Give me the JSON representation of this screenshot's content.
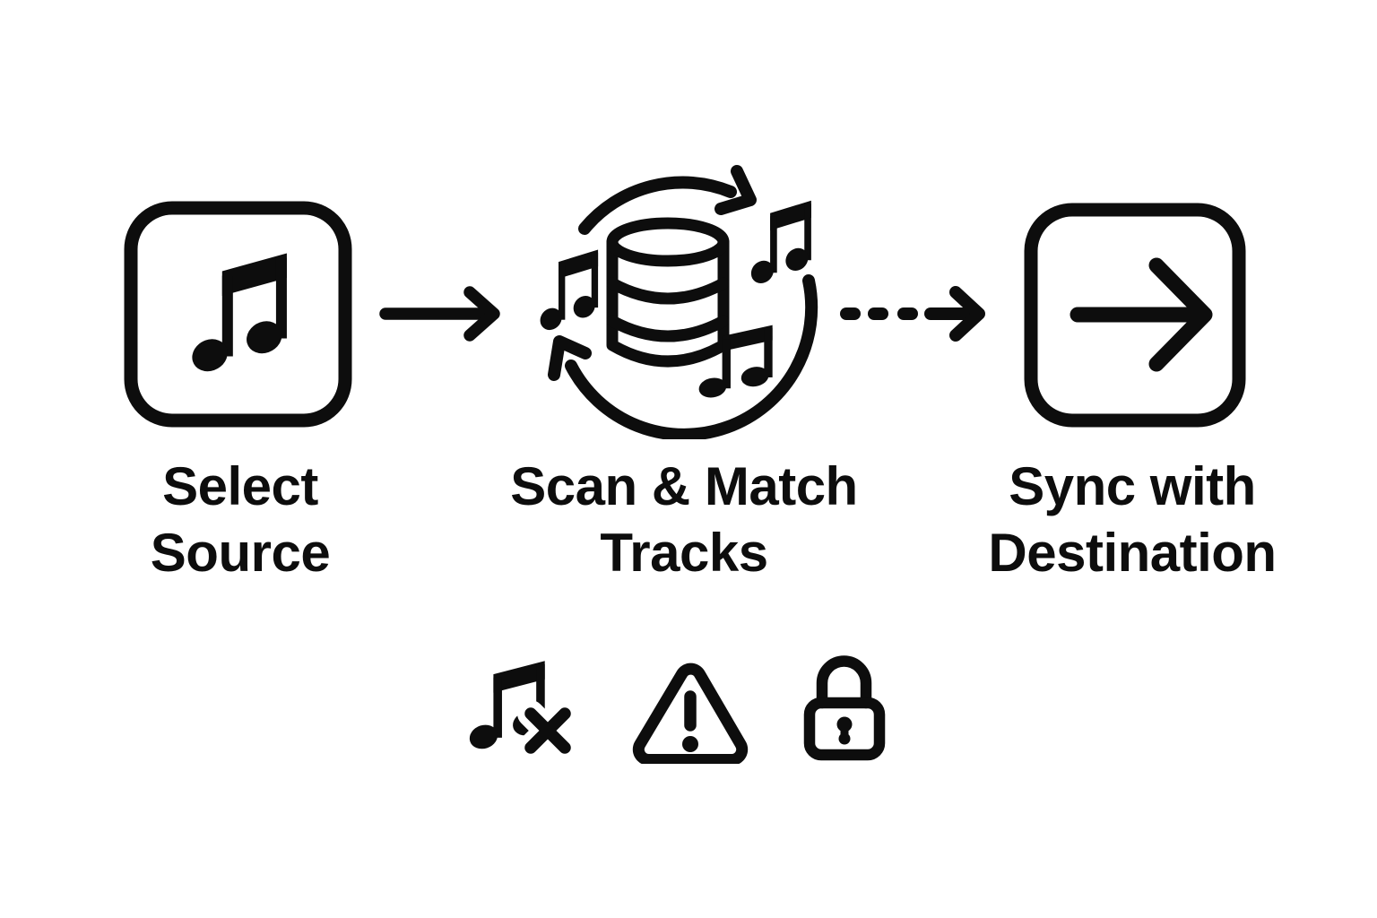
{
  "page": {
    "background": "#ffffff",
    "ink": "#0d0d0d"
  },
  "diagram": {
    "steps": [
      {
        "id": "select-source",
        "icon": "music-note-square-icon",
        "lines": [
          "Select",
          "Source"
        ]
      },
      {
        "id": "scan-match-tracks",
        "icon": "database-sync-music-icon",
        "lines": [
          "Scan & Match",
          "Tracks"
        ]
      },
      {
        "id": "sync-destination",
        "icon": "arrow-right-square-icon",
        "lines": [
          "Sync with",
          "Destination"
        ]
      }
    ],
    "connectors": [
      {
        "from": "select-source",
        "to": "scan-match-tracks",
        "style": "solid",
        "icon": "arrow-right-icon"
      },
      {
        "from": "scan-match-tracks",
        "to": "sync-destination",
        "style": "dashed",
        "icon": "arrow-right-dashed-icon"
      }
    ],
    "footer_icons": [
      {
        "name": "missing-track-icon"
      },
      {
        "name": "warning-icon"
      },
      {
        "name": "lock-icon"
      }
    ]
  }
}
